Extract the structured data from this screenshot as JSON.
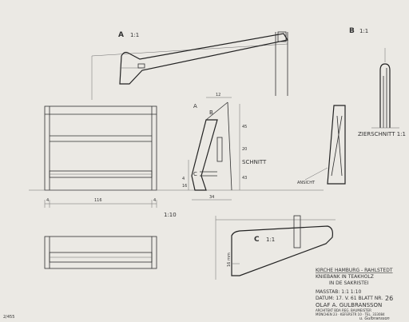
{
  "views": {
    "a_label": "A",
    "a_scale": "1:1",
    "b_label": "B",
    "b_scale": "1:1",
    "c_label": "C",
    "c_scale": "1:1",
    "section_label": "SCHNITT",
    "elevation_label": "ANSICHT",
    "zierschnitt_label": "ZIERSCHNITT 1:1",
    "main_scale": "1:10"
  },
  "dimensions": {
    "bottom_left": "4",
    "bottom_mid": "116",
    "bottom_right": "4",
    "section_width": "34",
    "section_top": "12",
    "section_a": "45",
    "section_b": "20",
    "section_c": "43",
    "section_left_a": "4",
    "section_left_b": "16",
    "c_height": "16 mm"
  },
  "title_block": {
    "line1": "KIRCHE HAMBURG - RAHLSTEDT",
    "line2": "KNIEBANK IN TEAKHOLZ",
    "line3": "IN DE SAKRISTEI",
    "massstab": "MASSTAB: 1:1   1:10",
    "datum": "DATUM: 17. V. 61    BLATT NR.",
    "blatt_nr": "26",
    "architect": "OLAF A. GULBRANSSON",
    "architect_sub": "ARCHITEKT BDA REG. BAUMEISTER",
    "address": "MÜNCHEN 23 · KEFERSTR 10 · TEL. 333084",
    "signature": "u. Gulbransson"
  },
  "corner_note": "2/455"
}
